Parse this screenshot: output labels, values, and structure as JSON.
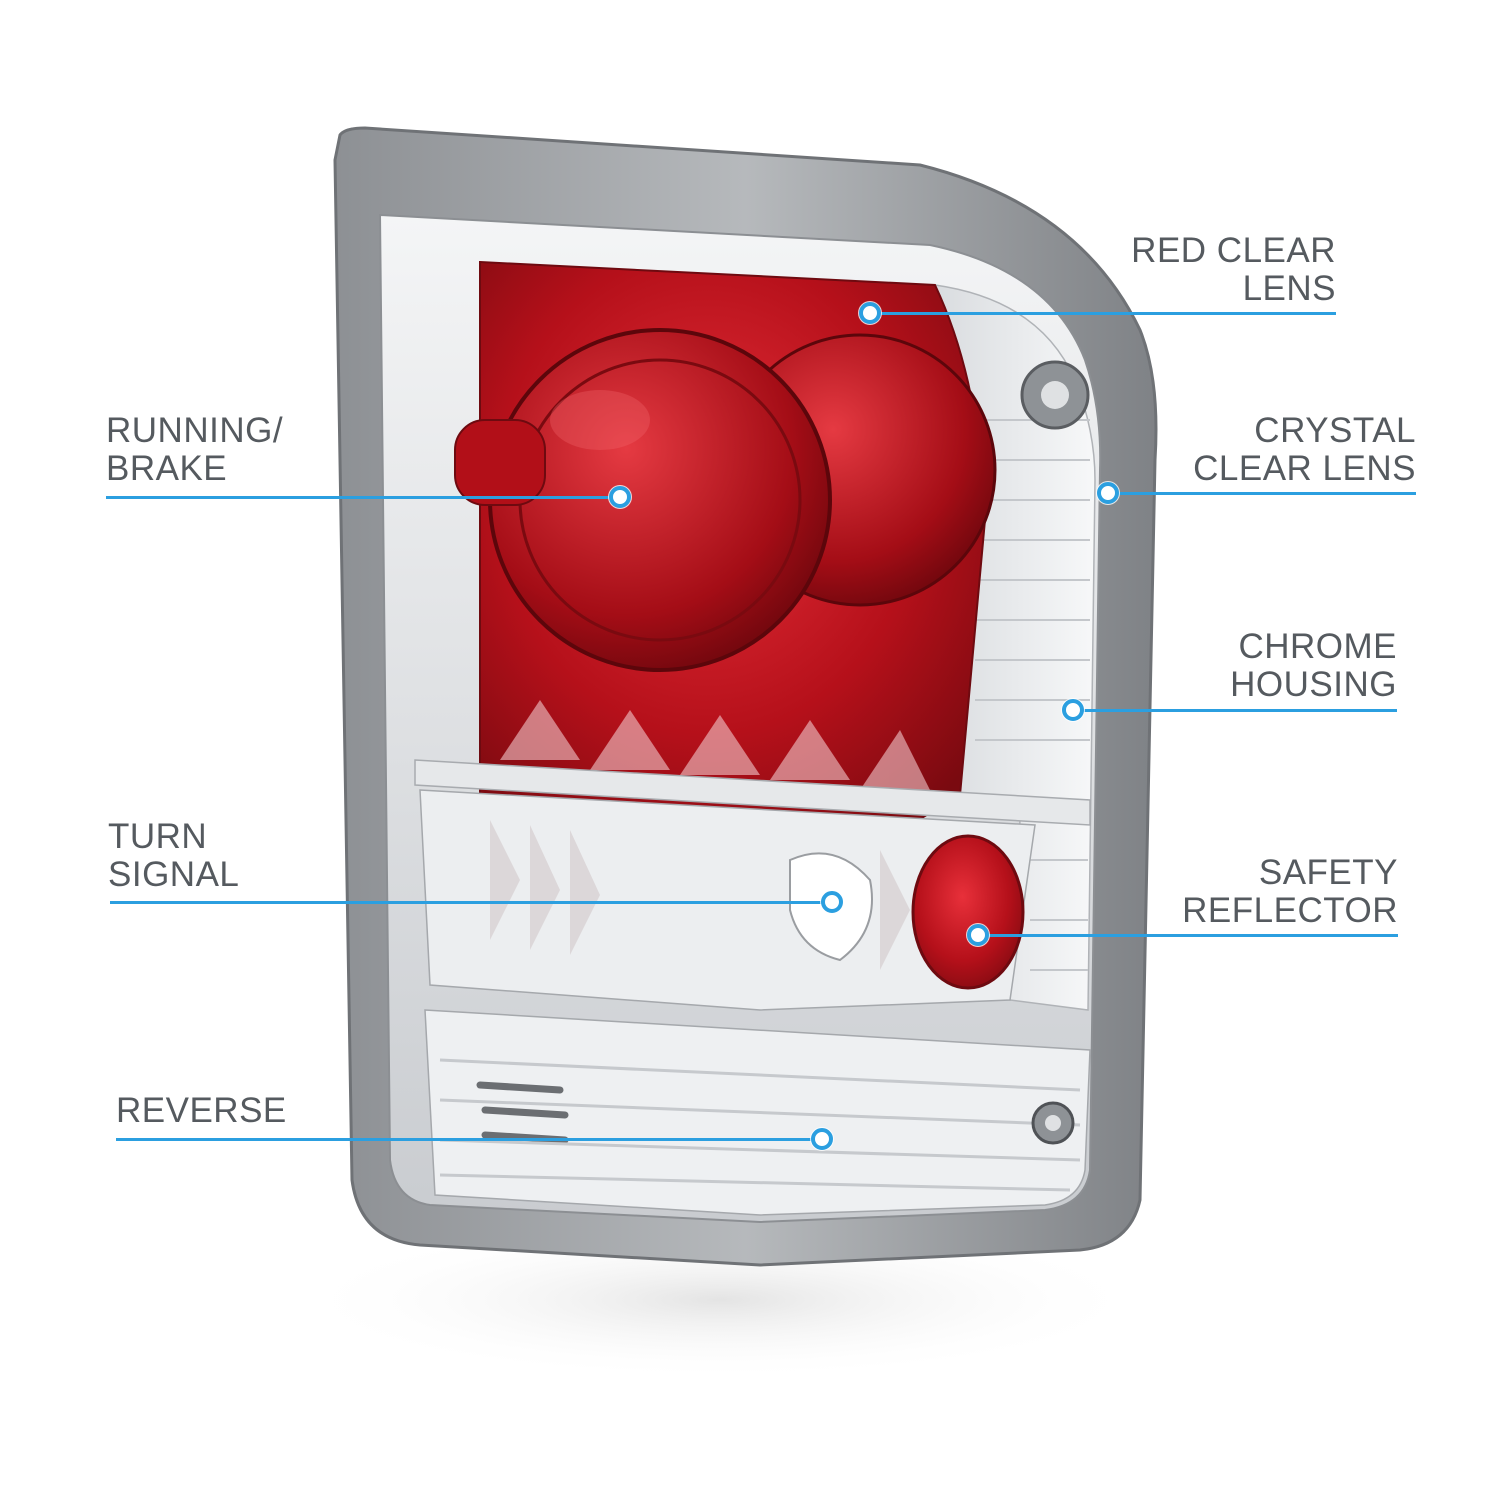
{
  "callouts": {
    "red_clear_lens": {
      "line1": "RED CLEAR",
      "line2": "LENS"
    },
    "crystal_clear_lens": {
      "line1": "CRYSTAL",
      "line2": "CLEAR LENS"
    },
    "chrome_housing": {
      "line1": "CHROME",
      "line2": "HOUSING"
    },
    "safety_reflector": {
      "line1": "SAFETY",
      "line2": "REFLECTOR"
    },
    "running_brake": {
      "line1": "RUNNING/",
      "line2": "BRAKE"
    },
    "turn_signal": {
      "line1": "TURN",
      "line2": "SIGNAL"
    },
    "reverse": {
      "line1": "REVERSE"
    }
  },
  "colors": {
    "callout_blue": "#2b9fe0",
    "label_gray": "#555a5f",
    "lens_red": "#c8141e",
    "chrome": "#9fa3a7"
  }
}
